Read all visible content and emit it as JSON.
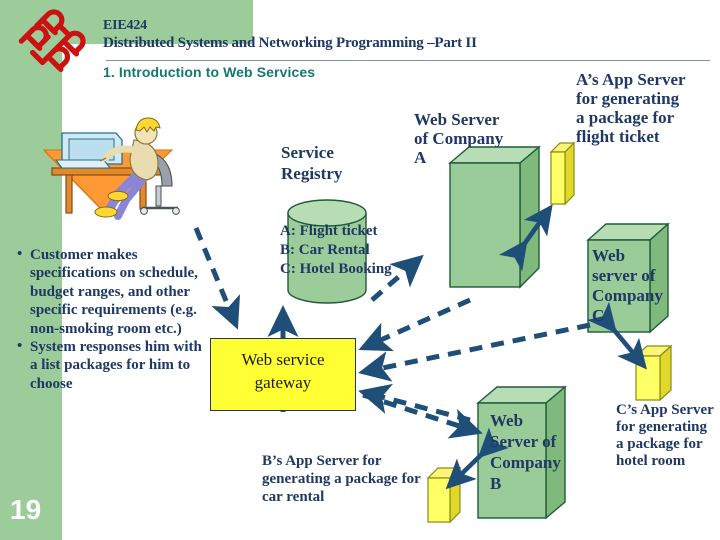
{
  "slide": {
    "page_number": "19",
    "course_code": "EIE424",
    "course_title": "Distributed Systems and Networking Programming –Part II",
    "section_title": "1. Introduction to Web Services",
    "logo_name": "polyu-logo"
  },
  "colors": {
    "green_band": "#9ccc99",
    "title_navy": "#1f3864",
    "subtitle_teal": "#16796f",
    "box_face": "#99cc99",
    "box_top": "#b8ddb4",
    "box_side": "#7fb97c",
    "yellow": "#ffff33",
    "yellow_side": "#e0d92a",
    "logo_red": "#cc1111",
    "orange": "#ff9933",
    "arrow_navy": "#1f4e79"
  },
  "diagram": {
    "service_registry_label": "Service\nRegistry",
    "registry_entries": [
      "A: Flight ticket",
      "B: Car Rental",
      "C: Hotel Booking"
    ],
    "web_server_a_label": "Web Server\nof Company\nA",
    "a_app_server_label": "A’s App Server for generating a package for flight ticket",
    "web_server_c_label": "Web\nserver of\nCompany\nC",
    "web_server_b_label": "Web\nServer of\nCompany\nB",
    "b_app_server_label": "B’s App Server for generating a package for car rental",
    "c_app_server_label": "C’s App Server for generating a package for hotel room",
    "gateway_label": "Web service\ngateway",
    "customer_icon": "person-at-computer-clipart"
  },
  "bullets": [
    "Customer makes specifications on schedule, budget ranges, and other specific requirements (e.g. non-smoking room etc.)",
    "System responses him with a list packages for him to choose"
  ]
}
